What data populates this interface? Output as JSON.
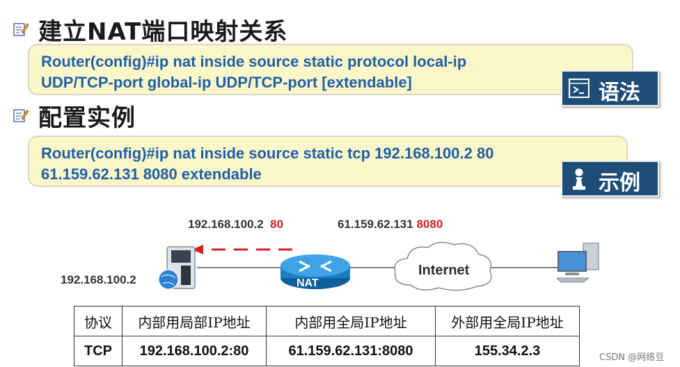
{
  "section1": {
    "heading": "建立NAT端口映射关系"
  },
  "syntax": {
    "line1": "Router(config)#ip nat inside source static protocol local-ip",
    "line2": "UDP/TCP-port global-ip UDP/TCP-port [extendable]",
    "tag_label": "语法",
    "tag_icon": "terminal-icon"
  },
  "section2": {
    "heading": "配置实例"
  },
  "example": {
    "line1": "Router(config)#ip nat inside source static tcp 192.168.100.2 80",
    "line2": "61.159.62.131 8080 extendable",
    "tag_label": "示例",
    "tag_icon": "chess-pawn-icon"
  },
  "diagram": {
    "local_ip": "192.168.100.2",
    "local_port": "80",
    "global_ip": "61.159.62.131",
    "global_port": "8080",
    "server_ip": "192.168.100.2",
    "router_label": "NAT",
    "cloud_label": "Internet",
    "colors": {
      "port": "#d61f1f",
      "router": "#1b7fc4",
      "arrow": "#d61f1f"
    }
  },
  "table": {
    "headers": [
      "协议",
      "内部用局部IP地址",
      "内部用全局IP地址",
      "外部用全局IP地址"
    ],
    "row": [
      "TCP",
      "192.168.100.2:80",
      "61.159.62.131:8080",
      "155.34.2.3"
    ]
  },
  "watermark": "CSDN @网络豆"
}
